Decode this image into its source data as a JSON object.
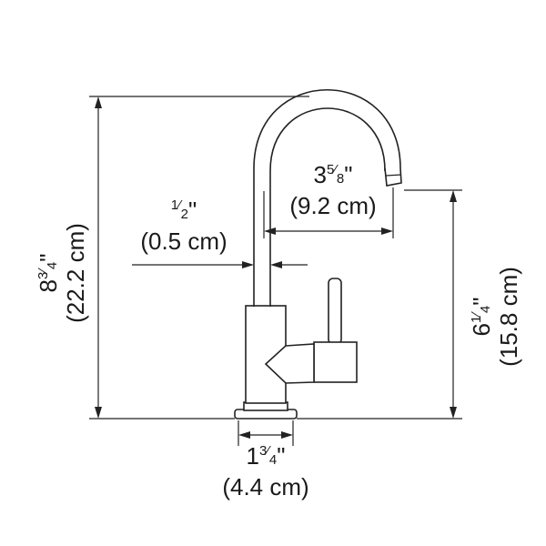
{
  "dimensions": {
    "overall_height": {
      "whole": "8",
      "num": "3",
      "den": "4",
      "unit": "\"",
      "metric": "(22.2 cm)"
    },
    "spout_height": {
      "whole": "6",
      "num": "1",
      "den": "4",
      "unit": "\"",
      "metric": "(15.8 cm)"
    },
    "spout_reach": {
      "whole": "3",
      "num": "5",
      "den": "8",
      "unit": "\"",
      "metric": "(9.2 cm)"
    },
    "spout_diameter": {
      "whole": "",
      "num": "1",
      "den": "2",
      "unit": "\"",
      "metric": "(0.5 cm)"
    },
    "base_width": {
      "whole": "1",
      "num": "3",
      "den": "4",
      "unit": "\"",
      "metric": "(4.4 cm)"
    }
  }
}
